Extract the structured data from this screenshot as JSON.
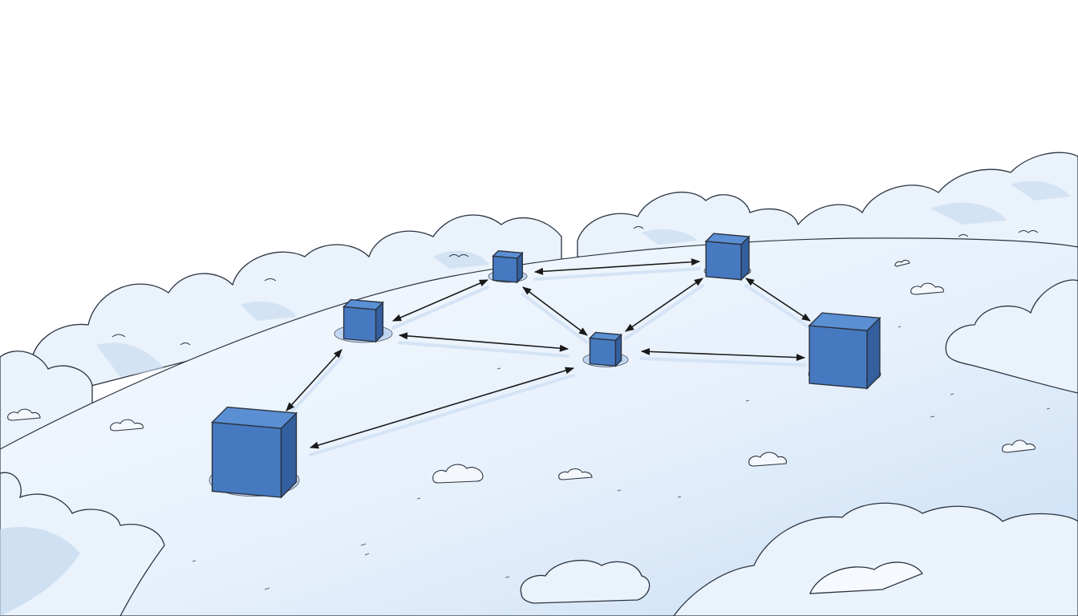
{
  "scene": {
    "sky_color": "#ffffff",
    "ground_color_light": "#f4f9fe",
    "ground_color_dark": "#c9def5",
    "cloud_fill": "#eaf2fb",
    "cloud_shade": "#c5d9ef",
    "outline_color": "#2b3340",
    "cube_face_light": "#5b8fd4",
    "cube_face_mid": "#4679c0",
    "cube_face_dark": "#345f9f",
    "shadow_color": "#7ea4d6",
    "arrow_color": "#1a1a1a"
  },
  "nodes": [
    {
      "id": "node-top-left"
    },
    {
      "id": "node-top-center"
    },
    {
      "id": "node-top-right"
    },
    {
      "id": "node-center"
    },
    {
      "id": "node-right"
    },
    {
      "id": "node-bottom-left"
    }
  ],
  "links": [
    {
      "from": "node-top-left",
      "to": "node-top-center"
    },
    {
      "from": "node-top-center",
      "to": "node-top-right"
    },
    {
      "from": "node-top-left",
      "to": "node-center"
    },
    {
      "from": "node-top-center",
      "to": "node-center"
    },
    {
      "from": "node-top-right",
      "to": "node-center"
    },
    {
      "from": "node-top-right",
      "to": "node-right"
    },
    {
      "from": "node-center",
      "to": "node-right"
    },
    {
      "from": "node-top-left",
      "to": "node-bottom-left"
    },
    {
      "from": "node-bottom-left",
      "to": "node-center"
    }
  ]
}
